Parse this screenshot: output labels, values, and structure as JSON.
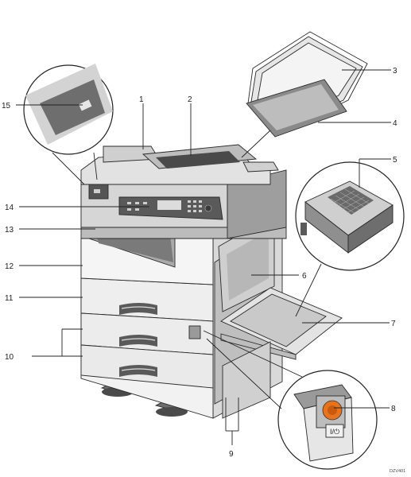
{
  "figure": {
    "callouts": [
      "1",
      "2",
      "3",
      "4",
      "5",
      "6",
      "7",
      "8",
      "9",
      "10",
      "11",
      "12",
      "13",
      "14",
      "15"
    ],
    "code": "DZV401",
    "switch_symbol": "I/⏻"
  }
}
